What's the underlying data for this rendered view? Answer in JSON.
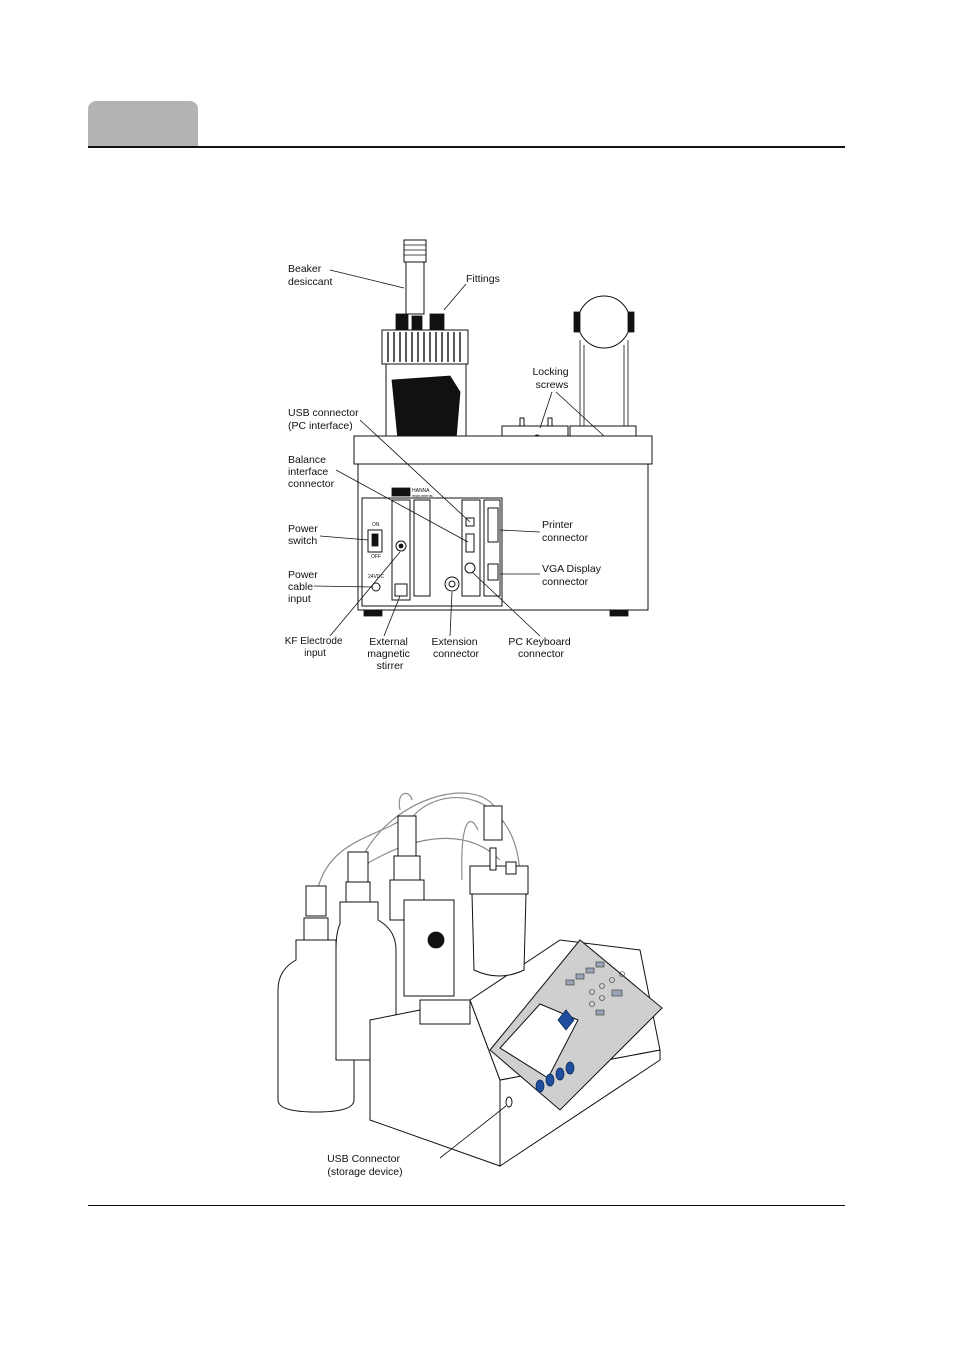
{
  "rear_view": {
    "labels": {
      "beaker_desiccant": [
        "Beaker",
        "desiccant"
      ],
      "fittings": [
        "Fittings"
      ],
      "locking_screws": [
        "Locking",
        "screws"
      ],
      "usb_connector": [
        "USB connector",
        "(PC interface)"
      ],
      "balance_interface": [
        "Balance",
        "interface",
        "connector"
      ],
      "power_switch": [
        "Power",
        "switch"
      ],
      "power_cable": [
        "Power",
        "cable",
        "input"
      ],
      "printer_connector": [
        "Printer",
        "connector"
      ],
      "vga_connector": [
        "VGA Display",
        "connector"
      ],
      "kf_electrode": [
        "KF Electrode",
        "input"
      ],
      "external_stirrer": [
        "External",
        "magnetic",
        "stirrer"
      ],
      "extension_connector": [
        "Extension",
        "connector"
      ],
      "keyboard_connector": [
        "PC Keyboard",
        "connector"
      ]
    },
    "panel_marks": {
      "on": "ON",
      "off": "OFF",
      "voltage": "24VDC",
      "brand": "HANNA",
      "brand_sub": "instruments"
    }
  },
  "front_view": {
    "labels": {
      "usb_storage": [
        "USB Connector",
        "(storage device)"
      ]
    }
  }
}
